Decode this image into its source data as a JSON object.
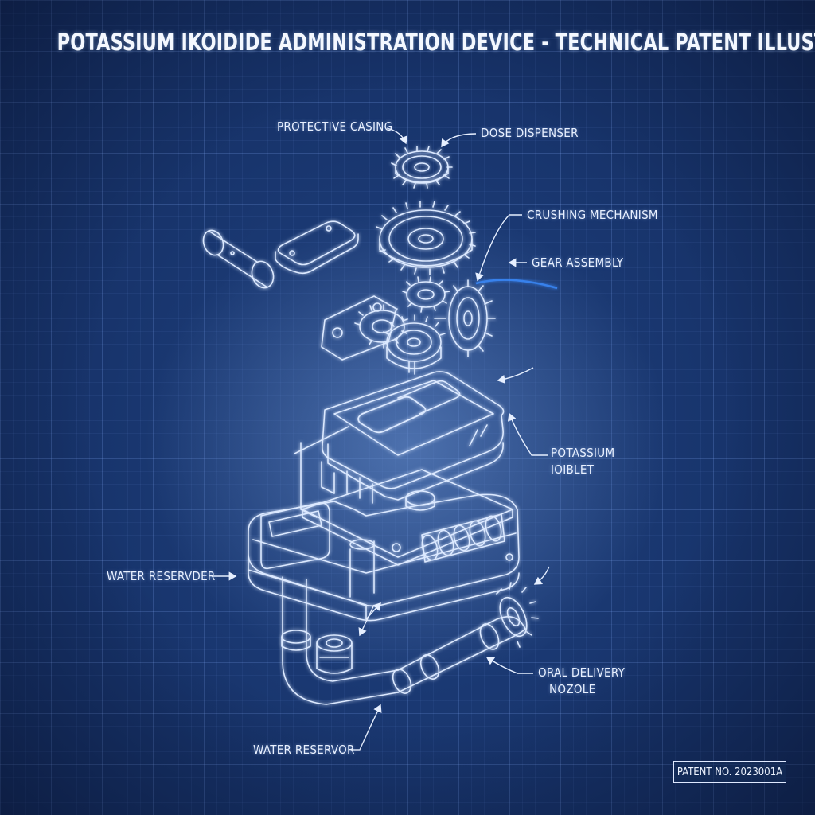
{
  "title": "POTASSIUM IKOIDIDE ADMINISTRATION DEVICE - TECHNICAL PATENT ILLUSTRATION",
  "labels": {
    "protective_casing": "PROTECTIVE CASING",
    "dose_dispenser": "DOSE DISPENSER",
    "crushing_mechanism": "CRUSHING MECHANISM",
    "gear_assembly": "GEAR ASSEMBLY",
    "potassium_line1": "POTASSIUM",
    "potassium_line2": "IOIBLET",
    "water_reservoir_upper": "WATER RESERVDER",
    "oral_delivery_line1": "ORAL DELIVERY",
    "oral_delivery_line2": "NOZOLE",
    "water_reservoir_lower": "WATER RESERVOR"
  },
  "patent_number": "PATENT NO. 2023001A",
  "colors": {
    "background": "#17336a",
    "linework": "#dce9ff",
    "text": "#e8f0ff"
  }
}
